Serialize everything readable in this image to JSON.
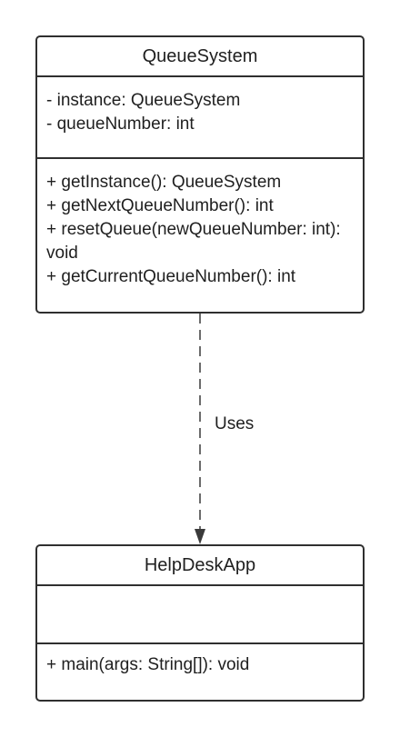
{
  "diagram": {
    "classes": [
      {
        "name": "QueueSystem",
        "attributes": [
          "- instance: QueueSystem",
          "- queueNumber: int"
        ],
        "methods": [
          "+ getInstance(): QueueSystem",
          "+ getNextQueueNumber(): int",
          "+ resetQueue(newQueueNumber: int): void",
          "+ getCurrentQueueNumber(): int"
        ]
      },
      {
        "name": "HelpDeskApp",
        "attributes": [],
        "methods": [
          "+ main(args: String[]): void"
        ]
      }
    ],
    "relationship": {
      "label": "Uses",
      "from": "QueueSystem",
      "to": "HelpDeskApp",
      "style": "dashed-arrow"
    }
  }
}
